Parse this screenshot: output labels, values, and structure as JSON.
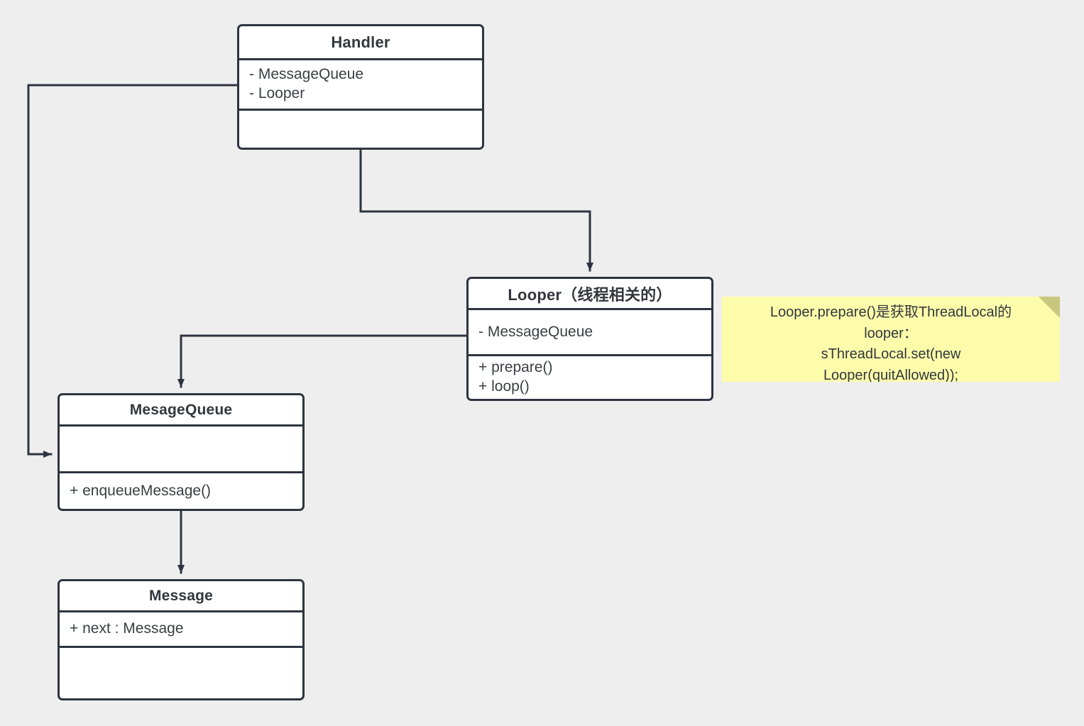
{
  "diagram": {
    "title": "Android Handler / Looper / MessageQueue / Message class diagram",
    "background_color": "#eeeeee",
    "border_color": "#2e3440",
    "box_fill": "#ffffff",
    "note_fill": "#fdfcab",
    "note_fold_color": "#c9c77e"
  },
  "classes": [
    {
      "id": "handler",
      "name": "Handler",
      "attributes": [
        "- MessageQueue",
        "- Looper"
      ],
      "operations": []
    },
    {
      "id": "looper",
      "name": "Looper（线程相关的）",
      "attributes": [
        "- MessageQueue"
      ],
      "operations": [
        "+ prepare()",
        "+ loop()"
      ]
    },
    {
      "id": "messagequeue",
      "name": "MesageQueue",
      "attributes": [],
      "operations": [
        "+ enqueueMessage()"
      ]
    },
    {
      "id": "message",
      "name": "Message",
      "attributes": [
        "+ next : Message"
      ],
      "operations": []
    }
  ],
  "note": {
    "lines": [
      "Looper.prepare()是获取ThreadLocal的",
      "looper：",
      "sThreadLocal.set(new",
      "Looper(quitAllowed));"
    ],
    "text": "Looper.prepare()是获取ThreadLocal的looper：sThreadLocal.set(new Looper(quitAllowed));"
  },
  "edges": [
    {
      "id": "handler-to-looper",
      "from": "Handler",
      "to": "Looper",
      "arrow": "filled-triangle"
    },
    {
      "id": "handler-to-messagequeue",
      "from": "Handler",
      "to": "MesageQueue",
      "arrow": "filled-triangle"
    },
    {
      "id": "looper-to-messagequeue",
      "from": "Looper",
      "to": "MesageQueue",
      "arrow": "filled-triangle"
    },
    {
      "id": "messagequeue-to-message",
      "from": "MesageQueue",
      "to": "Message",
      "arrow": "filled-triangle"
    }
  ]
}
